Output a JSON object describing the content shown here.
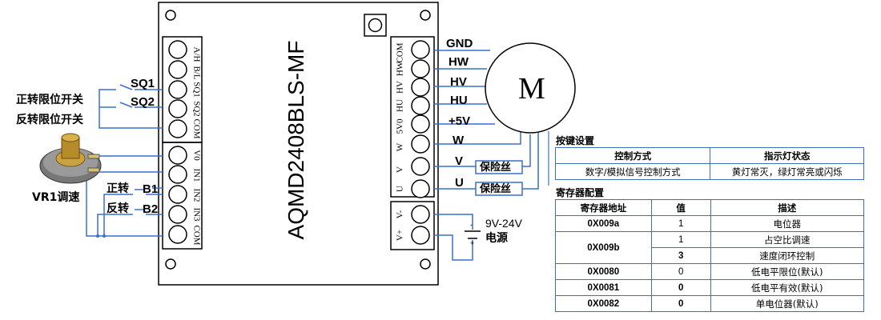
{
  "board": {
    "model": "AQMD2408BLS-MF",
    "left_top_pins": [
      "A/H",
      "B/L",
      "SQ1",
      "SQ2",
      "COM"
    ],
    "left_bottom_pins": [
      "V0",
      "IN1",
      "IN2",
      "IN3",
      "COM"
    ],
    "right_motor_pins": [
      "HW",
      "COM",
      "HV",
      "HU",
      "5V0",
      "W",
      "V",
      "U"
    ],
    "right_power_pins": [
      "V-",
      "V+"
    ]
  },
  "left_wiring": {
    "sq1": "SQ1",
    "sq2": "SQ2",
    "forward_limit": "正转限位开关",
    "reverse_limit": "反转限位开关",
    "pot_label": "VR1调速",
    "forward": "正转",
    "b1": "B1",
    "reverse": "反转",
    "b2": "B2"
  },
  "motor_wiring": {
    "symbol": "M",
    "gnd": "GND",
    "hw": "HW",
    "hv": "HV",
    "hu": "HU",
    "plus5v": "+5V",
    "w": "W",
    "v": "V",
    "u": "U",
    "fuse_v": "保险丝",
    "fuse_u": "保险丝"
  },
  "power": {
    "voltage": "9V-24V",
    "name": "电源",
    "minus": "-",
    "plus": "+"
  },
  "key_settings": {
    "title": "按键设置",
    "headers": [
      "控制方式",
      "指示灯状态"
    ],
    "rows": [
      [
        "数字/模拟信号控制方式",
        "黄灯常灭，绿灯常亮或闪烁"
      ]
    ]
  },
  "registers": {
    "title": "寄存器配置",
    "headers": [
      "寄存器地址",
      "值",
      "描述"
    ],
    "rows": [
      {
        "addr": "0X009a",
        "value": "1",
        "desc": "电位器"
      },
      {
        "addr": "0X009b",
        "value": "1",
        "desc": "占空比调速"
      },
      {
        "addr": "",
        "value": "3",
        "desc": "速度闭环控制"
      },
      {
        "addr": "0X0080",
        "value": "0",
        "desc": "低电平限位(默认)"
      },
      {
        "addr": "0X0081",
        "value": "0",
        "desc": "低电平有效(默认)"
      },
      {
        "addr": "0X0082",
        "value": "0",
        "desc": "单电位器(默认)"
      }
    ]
  },
  "colors": {
    "wire": "#3a6fd0",
    "outline": "#000000",
    "table_border": "#3f6fb5"
  }
}
